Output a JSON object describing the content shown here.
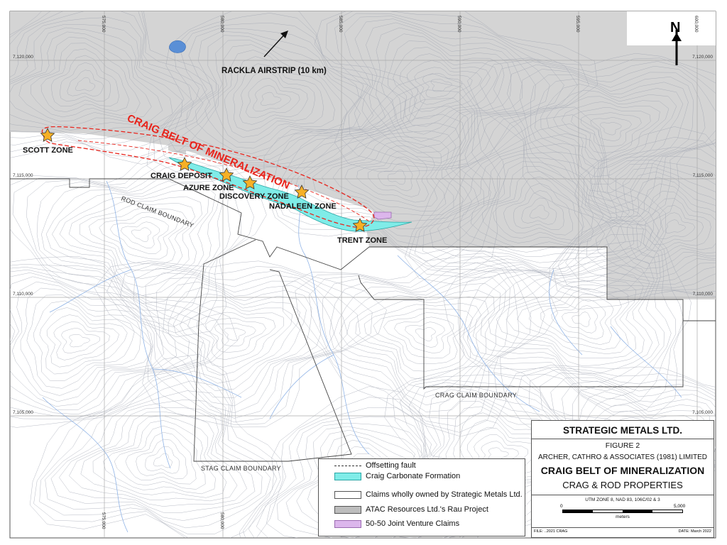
{
  "map": {
    "north_label": "N",
    "airstrip_label": "RACKLA AIRSTRIP (10 km)",
    "belt_label": "CRAIG BELT OF MINERALIZATION",
    "zones": {
      "scott": "SCOTT ZONE",
      "craig": "CRAIG DEPOSIT",
      "azure": "AZURE ZONE",
      "discovery": "DISCOVERY ZONE",
      "nadaleen": "NADALEEN ZONE",
      "trent": "TRENT ZONE"
    },
    "boundaries": {
      "rod": "ROD CLAIM BOUNDARY",
      "crag": "CRAG CLAIM BOUNDARY",
      "stag": "STAG CLAIM BOUNDARY"
    },
    "grid_x": [
      "575,000",
      "580,000",
      "585,000",
      "590,000",
      "595,000",
      "600,000"
    ],
    "grid_y": [
      "7,120,000",
      "7,115,000",
      "7,110,000",
      "7,105,000"
    ],
    "colors": {
      "rau_project": "#d4d4d4",
      "carbonate": "#7fece8",
      "joint_venture": "#dcb6ec",
      "belt": "#e8241c",
      "star": "#f6b026"
    }
  },
  "legend": {
    "fault": "Offsetting fault",
    "carbonate": "Craig Carbonate Formation",
    "claims_owned": "Claims wholly owned by Strategic Metals Ltd.",
    "atac": "ATAC Resources Ltd.'s Rau Project",
    "jv": "50-50 Joint Venture Claims"
  },
  "title_block": {
    "company": "STRATEGIC METALS LTD.",
    "figure": "FIGURE 2",
    "consultant": "ARCHER, CATHRO & ASSOCIATES (1981) LIMITED",
    "title": "CRAIG BELT OF MINERALIZATION",
    "subtitle": "CRAG & ROD PROPERTIES",
    "utm": "UTM ZONE 8, NAD 83, 106C/02 & 3",
    "scale_start": "0",
    "scale_end": "5,000",
    "scale_unit": "meters",
    "file": "FILE: ..2021 CRAG",
    "date": "DATE: March 2022"
  }
}
